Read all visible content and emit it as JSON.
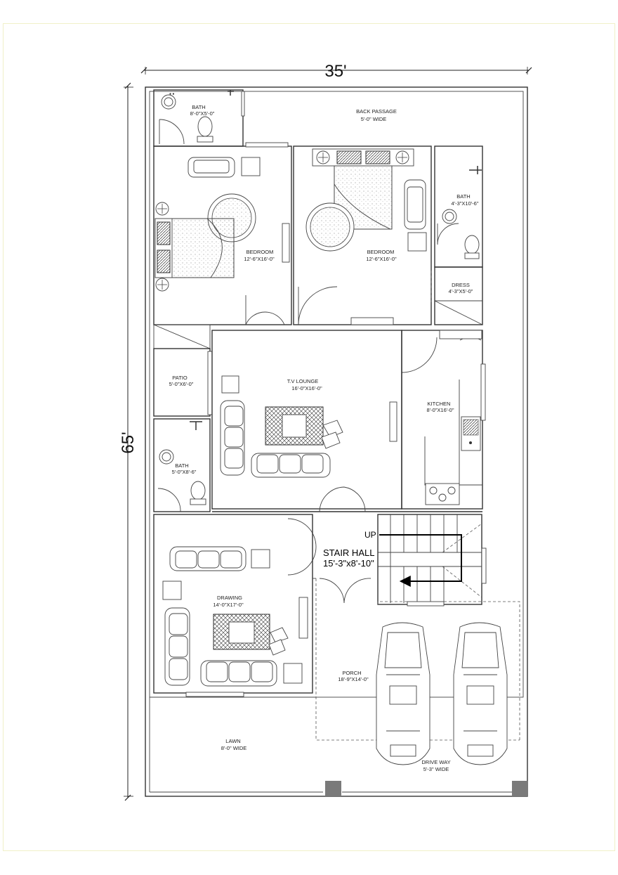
{
  "dimensions": {
    "width_label": "35'",
    "depth_label": "65'"
  },
  "rooms": {
    "bath_top_left": {
      "name": "BATH",
      "size": "8'-0\"X5'-0\""
    },
    "back_passage": {
      "name": "BACK PASSAGE",
      "size": "5'-0\" WIDE"
    },
    "bedroom_left": {
      "name": "BEDROOM",
      "size": "12'-6\"X16'-0\""
    },
    "bedroom_right": {
      "name": "BEDROOM",
      "size": "12'-6\"X16'-0\""
    },
    "bath_right": {
      "name": "BATH",
      "size": "4'-3\"X10'-6\""
    },
    "dress": {
      "name": "DRESS",
      "size": "4'-3\"X5'-0\""
    },
    "patio": {
      "name": "PATIO",
      "size": "5'-0\"X6'-0\""
    },
    "tv_lounge": {
      "name": "T.V LOUNGE",
      "size": "16'-0\"X16'-0\""
    },
    "kitchen": {
      "name": "KITCHEN",
      "size": "8'-0\"X16'-0\""
    },
    "bath_left": {
      "name": "BATH",
      "size": "5'-0\"X8'-6\""
    },
    "stair_hall": {
      "name": "STAIR HALL",
      "size": "15'-3\"x8'-10\"",
      "up_label": "UP"
    },
    "drawing": {
      "name": "DRAWING",
      "size": "14'-0\"X17'-0\""
    },
    "porch": {
      "name": "PORCH",
      "size": "18'-9\"X14'-0\""
    },
    "lawn": {
      "name": "LAWN",
      "size": "8'-0\" WIDE"
    },
    "drive_way": {
      "name": "DRIVE WAY",
      "size": "5'-3\" WIDE"
    }
  },
  "colors": {
    "walls": "#333333",
    "hatch": "#555555",
    "pillar": "#7a7a7a",
    "frame": "#f0f0c8"
  }
}
